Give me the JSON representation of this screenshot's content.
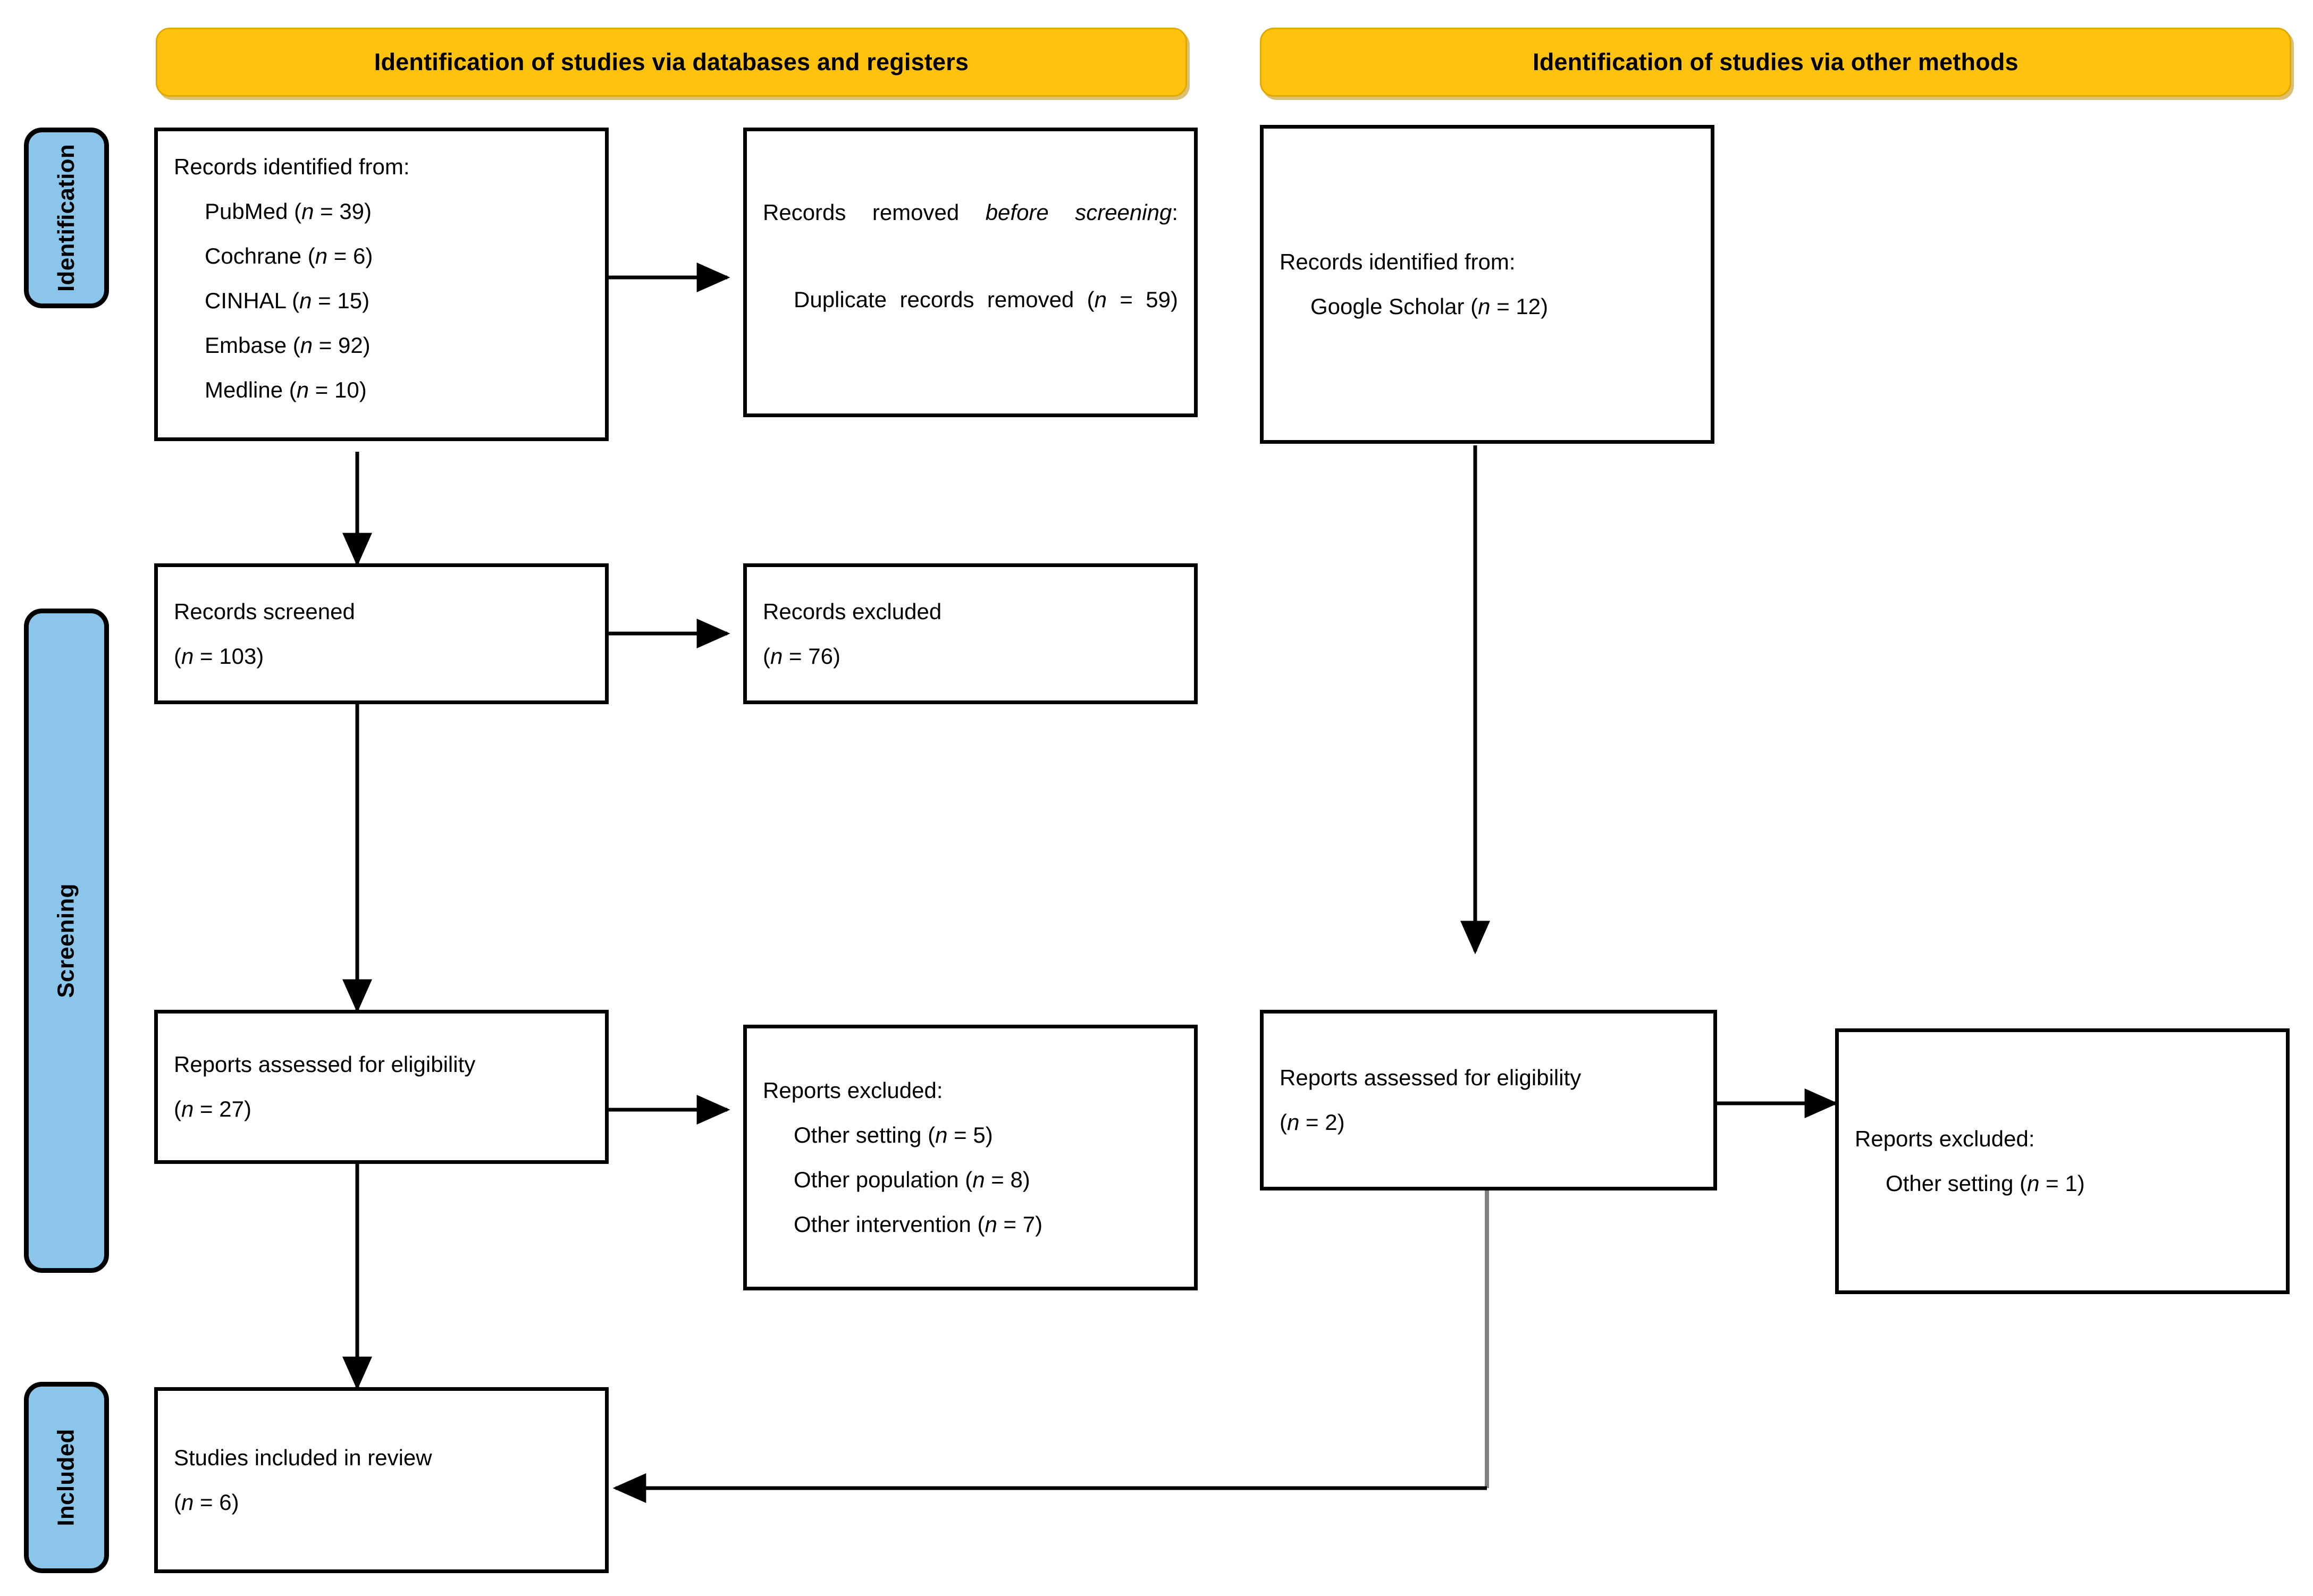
{
  "diagram": {
    "title": "PRISMA 2020 flow diagram",
    "colors": {
      "banner_fill": "#FFC20E",
      "banner_border": "#E0A800",
      "stage_fill": "#8CC5EA",
      "box_border": "#000000",
      "connector": "#000000",
      "connector_elbow": "#808080",
      "background": "#FFFFFF"
    }
  },
  "stages": [
    {
      "key": "identification",
      "label": "Identification"
    },
    {
      "key": "screening",
      "label": "Screening"
    },
    {
      "key": "included",
      "label": "Included"
    }
  ],
  "banners": [
    {
      "key": "databases",
      "label": "Identification of studies via databases and registers"
    },
    {
      "key": "other-methods",
      "label": "Identification of studies via other methods"
    }
  ],
  "boxes": {
    "records_identified_db": {
      "heading": "Records identified from:",
      "items": [
        "PubMed (n = 39)",
        "Cochrane (n = 6)",
        "CINHAL (n = 15)",
        "Embase (n = 92)",
        "Medline (n = 10)"
      ],
      "sources": [
        {
          "name": "PubMed",
          "n": 39
        },
        {
          "name": "Cochrane",
          "n": 6
        },
        {
          "name": "CINHAL",
          "n": 15
        },
        {
          "name": "Embase",
          "n": 92
        },
        {
          "name": "Medline",
          "n": 10
        }
      ]
    },
    "records_removed": {
      "heading_prefix": "Records removed ",
      "heading_italic": "before screening",
      "heading_suffix": ":",
      "item": "Duplicate records removed (n = 59)",
      "n": 59
    },
    "records_identified_other": {
      "heading": "Records identified from:",
      "items": [
        "Google Scholar (n = 12)"
      ],
      "sources": [
        {
          "name": "Google Scholar",
          "n": 12
        }
      ]
    },
    "records_screened": {
      "heading": "Records screened",
      "count": "(n = 103)",
      "n": 103
    },
    "records_excluded": {
      "heading": "Records excluded",
      "count": "(n = 76)",
      "n": 76
    },
    "reports_assessed_db": {
      "heading": "Reports assessed for eligibility",
      "count": "(n = 27)",
      "n": 27
    },
    "reports_excluded_db": {
      "heading": "Reports excluded:",
      "items": [
        "Other setting (n = 5)",
        "Other population (n = 8)",
        "Other intervention (n = 7)"
      ],
      "reasons": [
        {
          "reason": "Other setting",
          "n": 5
        },
        {
          "reason": "Other population",
          "n": 8
        },
        {
          "reason": "Other intervention",
          "n": 7
        }
      ]
    },
    "reports_assessed_other": {
      "heading": "Reports assessed for eligibility",
      "count": "(n = 2)",
      "n": 2
    },
    "reports_excluded_other": {
      "heading": "Reports excluded:",
      "items": [
        "Other setting (n = 1)"
      ],
      "reasons": [
        {
          "reason": "Other setting",
          "n": 1
        }
      ]
    },
    "studies_included": {
      "heading": "Studies included in review",
      "count": "(n = 6)",
      "n": 6
    }
  }
}
